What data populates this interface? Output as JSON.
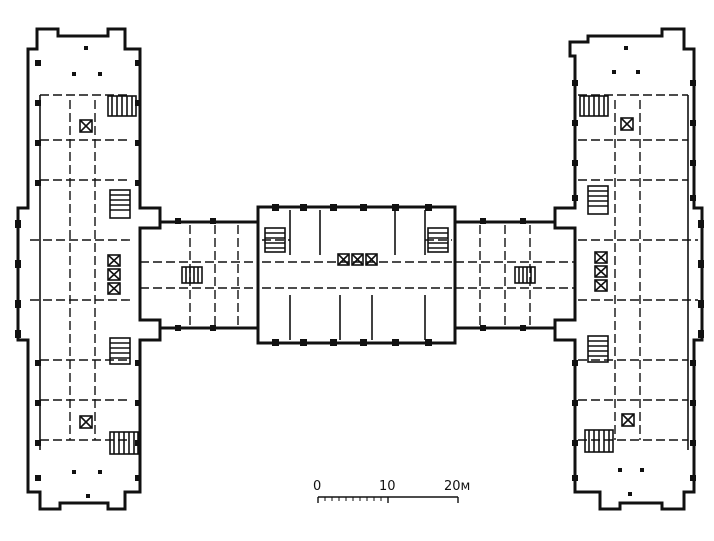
{
  "scale_bar": {
    "ticks": [
      {
        "label": "0"
      },
      {
        "label": "10"
      },
      {
        "label": "20м"
      }
    ]
  },
  "symbols": {
    "elevator": "elevator-shaft-icon",
    "stair": "stair-icon"
  }
}
